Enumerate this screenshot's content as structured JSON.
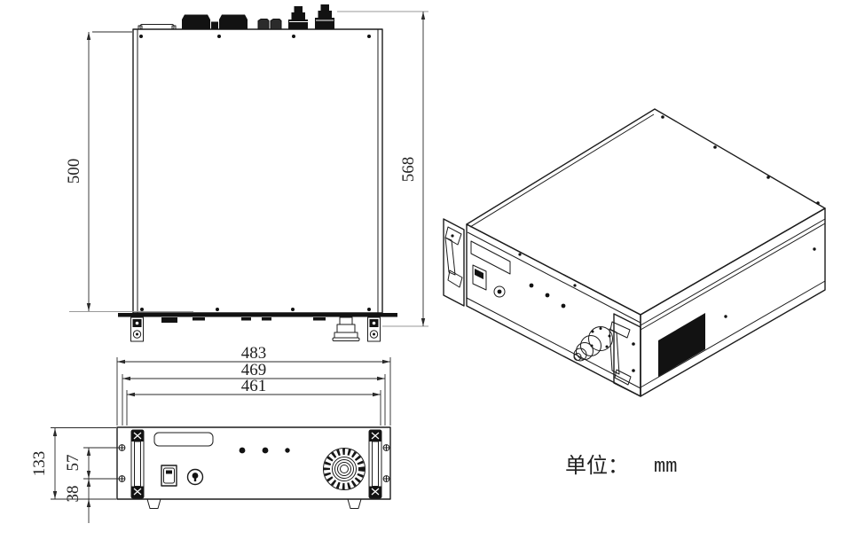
{
  "unit_note": {
    "label": "单位：",
    "value": "mm"
  },
  "dims": {
    "top_depth": "500",
    "overall_depth": "568",
    "front_width_outer": "483",
    "front_width_mid": "469",
    "front_width_inner": "461",
    "front_height": "133",
    "front_mid": "57",
    "front_bottom": "38"
  }
}
